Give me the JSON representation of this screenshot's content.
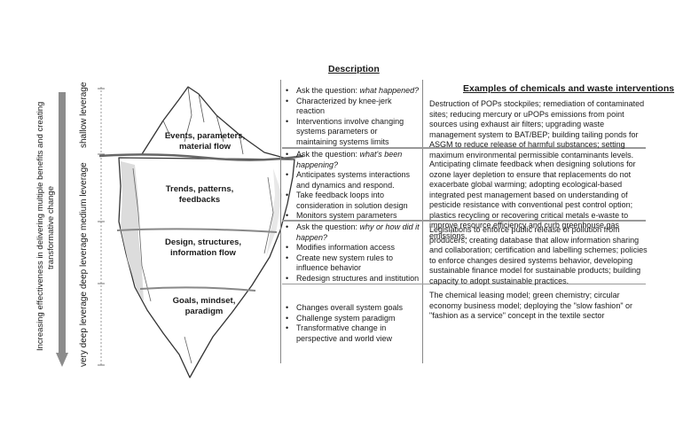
{
  "left_axis": {
    "label_line1": "Increasing effectiveness in delivering multiple benefits and creating",
    "label_line2": "transformative change"
  },
  "leverage_labels": [
    "shallow leverage",
    "medium leverage",
    "deep leverage",
    "very deep leverage"
  ],
  "iceberg_levels": [
    {
      "line1": "Events, parameters,",
      "line2": "material flow"
    },
    {
      "line1": "Trends, patterns,",
      "line2": "feedbacks"
    },
    {
      "line1": "Design, structures,",
      "line2": "information flow"
    },
    {
      "line1": "Goals, mindset,",
      "line2": "paradigm"
    }
  ],
  "description_header": "Description",
  "examples_header": "Examples of chemicals and waste interventions",
  "descriptions": [
    {
      "prompt_prefix": "Ask the question: ",
      "prompt_q": "what happened?",
      "items": [
        "Characterized by knee-jerk reaction",
        "Interventions involve changing systems parameters or maintaining systems limits"
      ]
    },
    {
      "prompt_prefix": "Ask the question: ",
      "prompt_q": "what's been happening?",
      "items": [
        "Anticipates systems interactions and dynamics and respond.",
        "Take feedback loops into consideration in solution design",
        "Monitors system parameters"
      ]
    },
    {
      "prompt_prefix": "Ask the question: ",
      "prompt_q": "why or how did it happen?",
      "items": [
        "Modifies information access",
        "Create new system rules to influence behavior",
        "Redesign structures and institution"
      ]
    },
    {
      "items": [
        "Changes overall system goals",
        "Challenge system paradigm",
        "Transformative change in perspective and world view"
      ]
    }
  ],
  "examples": [
    "Destruction of POPs stockpiles; remediation of contaminated sites; reducing mercury or uPOPs emissions from point sources using exhaust air filters; upgrading waste management system to BAT/BEP; building tailing ponds for ASGM to reduce release of harmful substances; setting maximum environmental permissible contaminants levels.",
    "Anticipating climate feedback when designing solutions for ozone layer depletion to ensure that replacements do not exacerbate global warming; adopting ecological-based integrated pest management based on understanding of pesticide resistance with conventional pest control option; plastics recycling or recovering critical metals e-waste to improve resource efficiency and curb greenhouse gas emissions.",
    "Legislations to enforce public release of pollution from producers; creating database that allow information sharing and collaboration; certification and labelling schemes; policies to enforce changes desired systems behavior, developing sustainable finance model for sustainable products; building capacity to adopt sustainable practices.",
    "The chemical leasing model; green chemistry; circular economy business model; deploying the \"slow fashion\" or \"fashion as a service\" concept in the textile sector"
  ]
}
